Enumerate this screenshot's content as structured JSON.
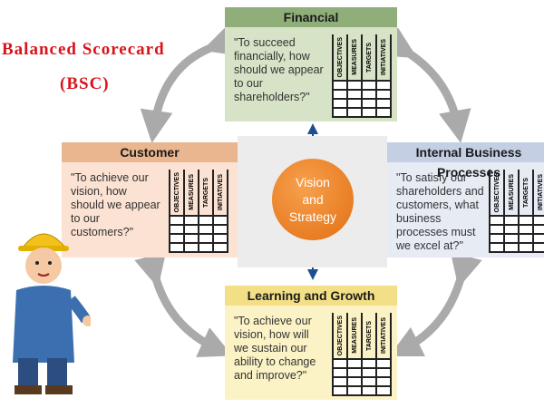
{
  "title": {
    "line1": "Balanced  Scorecard",
    "line2": "(BSC)"
  },
  "center": {
    "label_lines": [
      "Vision",
      "and",
      "Strategy"
    ]
  },
  "grid_headers": [
    "OBJECTIVES",
    "MEASURES",
    "TARGETS",
    "INITIATIVES"
  ],
  "perspectives": {
    "financial": {
      "title": "Financial",
      "question": "\"To succeed financially, how should we appear to our shareholders?\"",
      "header_color": "#8fae7a",
      "body_color": "#d6e3c6"
    },
    "customer": {
      "title": "Customer",
      "question": "\"To achieve our vision, how should we appear to our customers?\"",
      "header_color": "#e9b690",
      "body_color": "#fbe2d2"
    },
    "internal": {
      "title": "Internal Business Processes",
      "question": "\"To satisfy our shareholders and customers, what business processes must we excel at?\"",
      "header_color": "#c4cfe4",
      "body_color": "#e6ebf4"
    },
    "learning": {
      "title": "Learning and Growth",
      "question": "\"To achieve our vision, how will we sustain our ability to change and improve?\"",
      "header_color": "#f2df86",
      "body_color": "#fbf3c6"
    }
  }
}
